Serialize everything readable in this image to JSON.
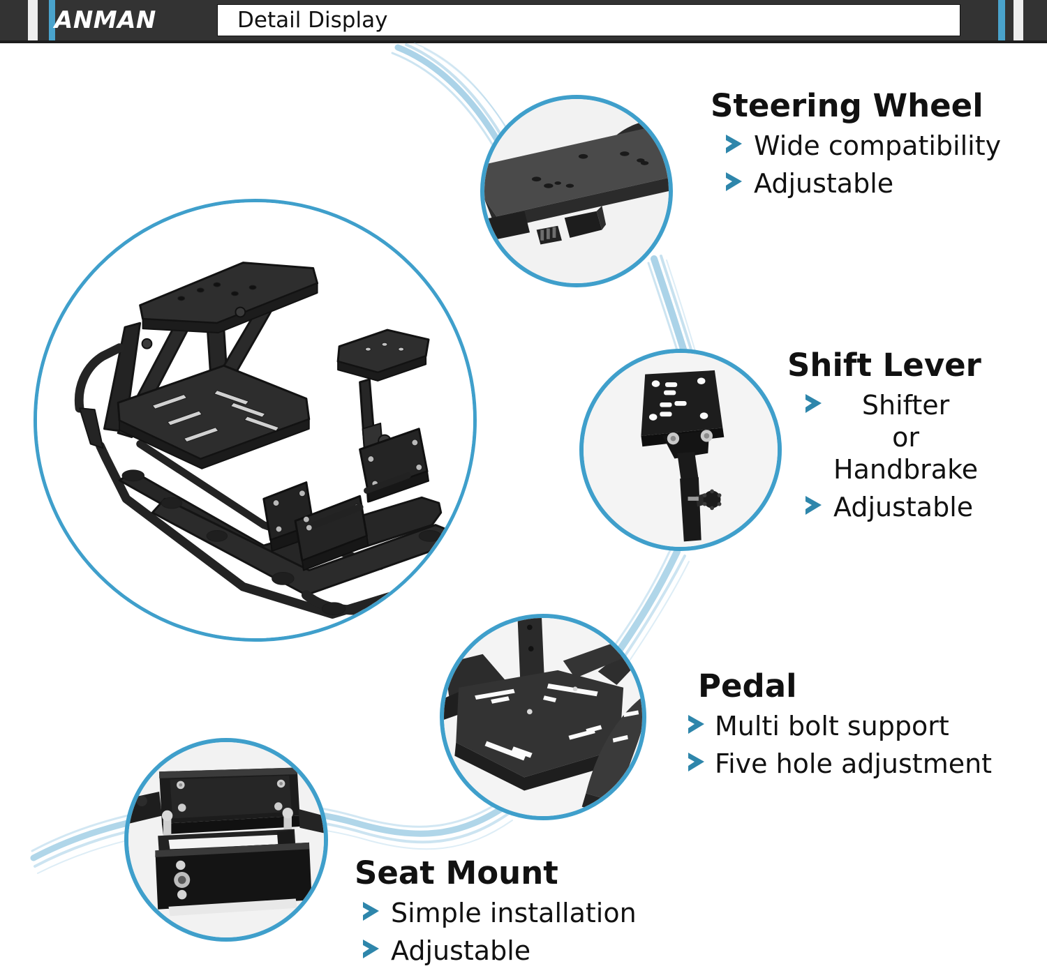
{
  "header": {
    "logo": "ANMAN",
    "title": "Detail Display",
    "bar_color": "#333333",
    "accent_blue": "#4aa3cc",
    "accent_white": "#eeeeee"
  },
  "theme": {
    "accent": "#3f9fcb",
    "chevron": "#2e86ab",
    "brush": "#8fc4e0",
    "text": "#111111",
    "background": "#ffffff"
  },
  "main_product": {
    "name": "racing-simulator-cockpit-frame",
    "description": "Black steel driving simulator wheel stand frame with steering wheel plate, pedal plate, shifter post and seat mount rails"
  },
  "features": [
    {
      "id": "steering",
      "title": "Steering Wheel",
      "detail_photo": "steering-wheel-mount-plate",
      "bullets": [
        "Wide compatibility",
        "Adjustable"
      ]
    },
    {
      "id": "shift",
      "title": "Shift Lever",
      "detail_photo": "shift-lever-mount-bracket",
      "bullets": [
        "Shifter\nor\nHandbrake",
        "Adjustable"
      ]
    },
    {
      "id": "pedal",
      "title": "Pedal",
      "detail_photo": "pedal-plate-slots",
      "bullets": [
        "Multi bolt support",
        "Five hole adjustment"
      ]
    },
    {
      "id": "seat",
      "title": "Seat Mount",
      "detail_photo": "seat-mount-brackets",
      "bullets": [
        "Simple installation",
        "Adjustable"
      ]
    }
  ],
  "feature_text": {
    "steering": {
      "title": "Steering Wheel",
      "b0": "Wide compatibility",
      "b1": "Adjustable"
    },
    "shift": {
      "title": "Shift Lever",
      "b0_l0": "Shifter",
      "b0_l1": "or",
      "b0_l2": "Handbrake",
      "b1": "Adjustable"
    },
    "pedal": {
      "title": "Pedal",
      "b0": "Multi bolt support",
      "b1": "Five hole adjustment"
    },
    "seat": {
      "title": "Seat Mount",
      "b0": "Simple installation",
      "b1": "Adjustable"
    }
  }
}
